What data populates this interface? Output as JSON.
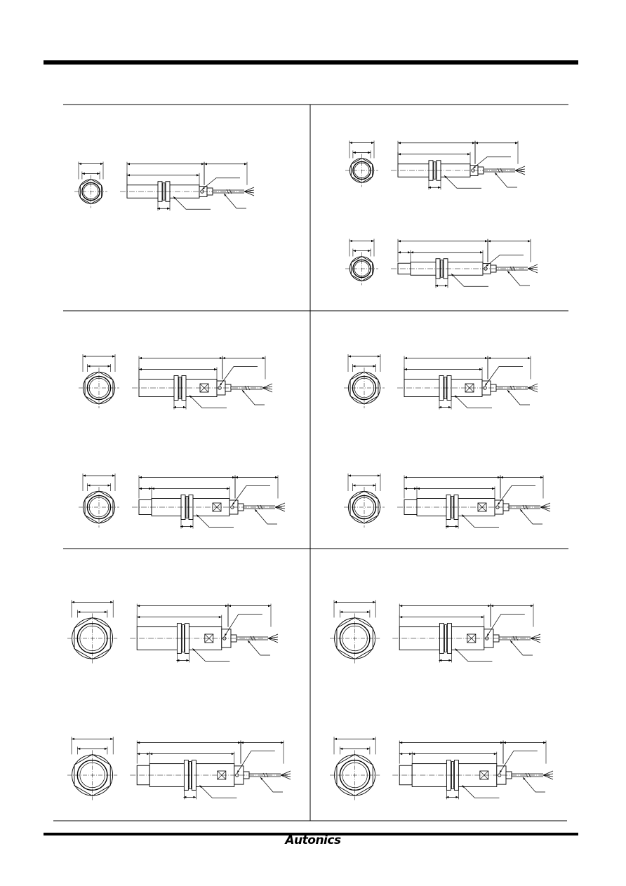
{
  "brand": {
    "name": "Autonics"
  },
  "rows": [
    {
      "row": 1,
      "cells": [
        {
          "count": 1,
          "size": "small"
        },
        {
          "count": 2,
          "size": "small"
        }
      ]
    },
    {
      "row": 2,
      "cells": [
        {
          "count": 2,
          "size": "medium"
        },
        {
          "count": 2,
          "size": "medium"
        }
      ]
    },
    {
      "row": 3,
      "cells": [
        {
          "count": 2,
          "size": "large"
        },
        {
          "count": 2,
          "size": "large"
        }
      ]
    }
  ],
  "colors": {
    "ink": "#000000",
    "paper": "#ffffff"
  }
}
